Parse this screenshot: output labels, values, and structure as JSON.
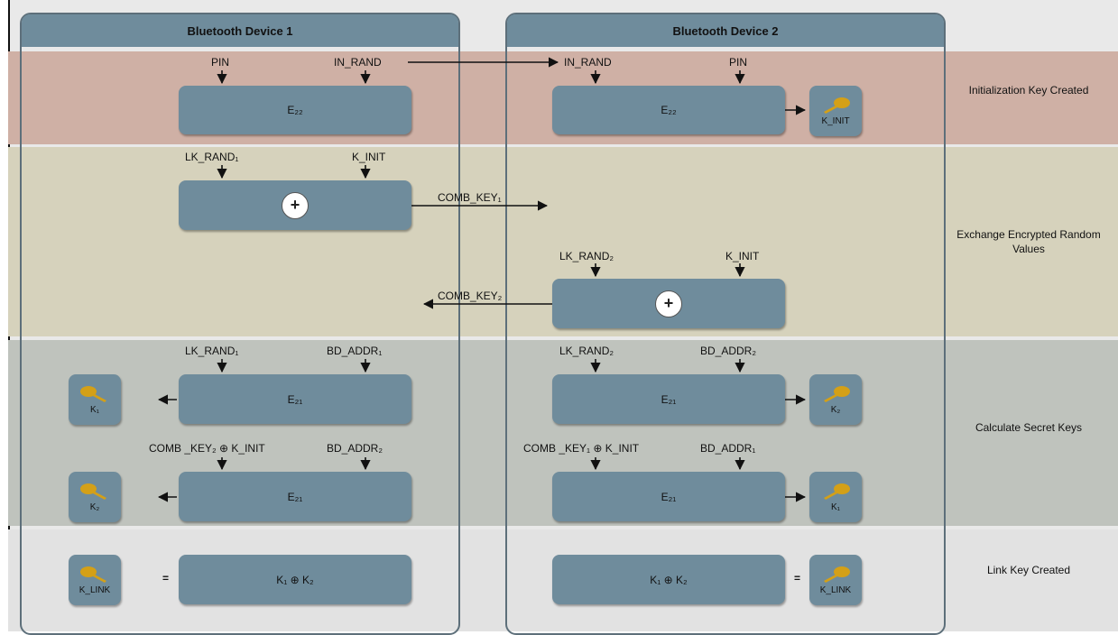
{
  "devices": {
    "d1_title": "Bluetooth Device 1",
    "d2_title": "Bluetooth Device 2"
  },
  "phases": {
    "init": "Initialization Key Created",
    "exchange": "Exchange Encrypted Random Values",
    "calc": "Calculate Secret Keys",
    "link": "Link Key Created"
  },
  "inputs": {
    "pin": "PIN",
    "in_rand": "IN_RAND",
    "lk_rand1": "LK_RAND₁",
    "lk_rand2": "LK_RAND₂",
    "k_init": "K_INIT",
    "comb_key1": "COMB_KEY₁",
    "comb_key2": "COMB_KEY₂",
    "bd_addr1": "BD_ADDR₁",
    "bd_addr2": "BD_ADDR₂",
    "comb_key2_xor_kinit": "COMB _KEY₂ ⊕ K_INIT",
    "comb_key1_xor_kinit": "COMB _KEY₁ ⊕ K_INIT"
  },
  "functions": {
    "e22": "E₂₂",
    "e21": "E₂₁",
    "xor": "+",
    "k1_xor_k2": "K₁ ⊕ K₂"
  },
  "keys": {
    "k_init": "K_INIT",
    "k1": "K₁",
    "k2": "K₂",
    "k_link": "K_LINK",
    "equals": "="
  },
  "colors": {
    "box": "#6f8c9c",
    "key_gold": "#d4a017",
    "init_band": "#cfb0a5",
    "exchange_band": "#d6d2bc",
    "calc_band": "#bfc3bd"
  }
}
